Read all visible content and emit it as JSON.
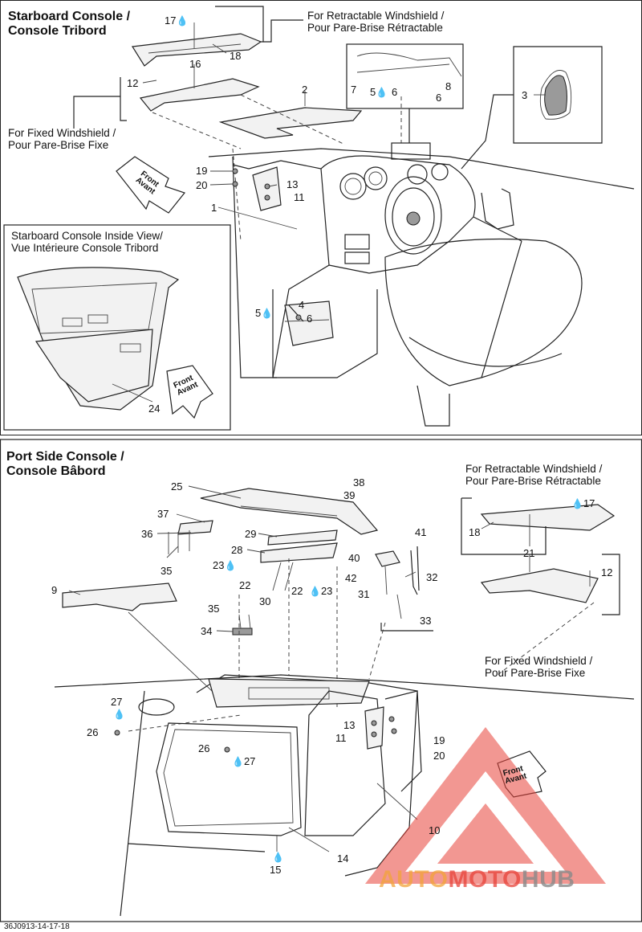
{
  "starboard": {
    "title_line1": "Starboard Console /",
    "title_line2": "Console Tribord",
    "retractable_line1": "For Retractable Windshield /",
    "retractable_line2": "Pour Pare-Brise Rétractable",
    "fixed_line1": "For Fixed Windshield /",
    "fixed_line2": "Pour Pare-Brise Fixe",
    "inside_line1": "Starboard Console Inside View/",
    "inside_line2": "Vue Intérieure Console Tribord",
    "front_en": "Front",
    "front_fr": "Avant",
    "callouts": {
      "c17": "17",
      "c16": "16",
      "c18": "18",
      "c12": "12",
      "c2": "2",
      "c7": "7",
      "c5a": "5",
      "c6a": "6",
      "c6b": "6",
      "c8": "8",
      "c3": "3",
      "c19": "19",
      "c20": "20",
      "c13": "13",
      "c11": "11",
      "c1": "1",
      "c5b": "5",
      "c4": "4",
      "c6c": "6",
      "c24": "24"
    }
  },
  "port": {
    "title_line1": "Port Side Console /",
    "title_line2": "Console Bâbord",
    "retractable_line1": "For Retractable Windshield /",
    "retractable_line2": "Pour Pare-Brise Rétractable",
    "fixed_line1": "For Fixed Windshield /",
    "fixed_line2": "Pour Pare-Brise Fixe",
    "front_en": "Front",
    "front_fr": "Avant",
    "callouts": {
      "c25": "25",
      "c38": "38",
      "c39": "39",
      "c37": "37",
      "c36": "36",
      "c35a": "35",
      "c29": "29",
      "c28": "28",
      "c23a": "23",
      "c22a": "22",
      "c30": "30",
      "c22b": "22",
      "c23b": "23",
      "c41": "41",
      "c40": "40",
      "c42": "42",
      "c32": "32",
      "c31": "31",
      "c33": "33",
      "c9": "9",
      "c35b": "35",
      "c34": "34",
      "c27a": "27",
      "c26a": "26",
      "c26b": "26",
      "c27b": "27",
      "c13": "13",
      "c11": "11",
      "c19": "19",
      "c20": "20",
      "c10": "10",
      "c14": "14",
      "c15": "15",
      "c17": "17",
      "c18": "18",
      "c21": "21",
      "c12": "12"
    }
  },
  "footer": {
    "code": "36J0913-14-17-18"
  },
  "watermark": {
    "part1": "AUTO",
    "part2": "MOTO",
    "part3": "HUB"
  },
  "colors": {
    "watermark_orange": "#f2a33a",
    "watermark_red": "#e8433a",
    "watermark_gray": "#8a8a8a",
    "line": "#222222"
  }
}
